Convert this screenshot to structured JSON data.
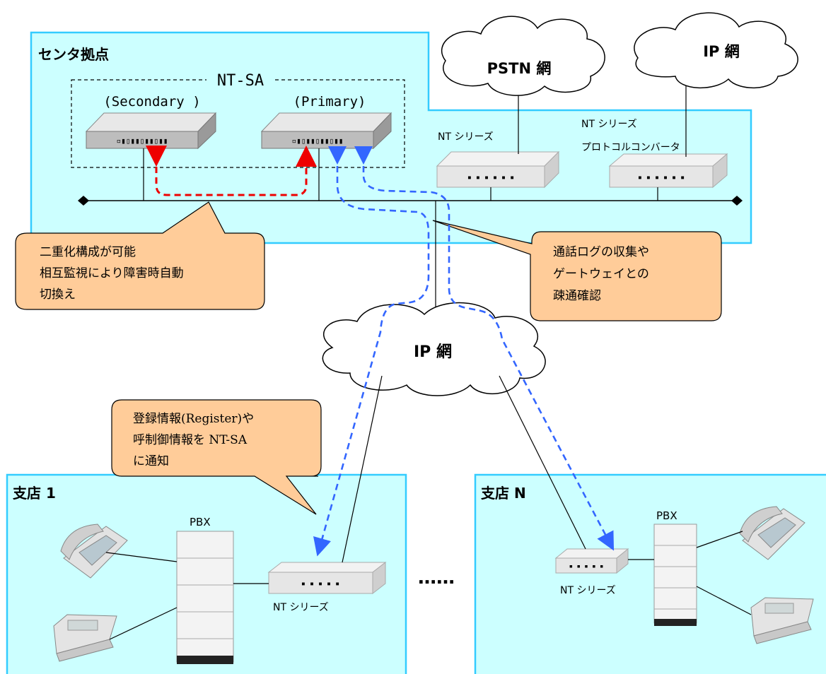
{
  "center": {
    "site_label": "センタ拠点",
    "ntsa_group_label": "NT-SA",
    "secondary_label": "(Secondary )",
    "primary_label": "(Primary)",
    "nt_series_label": "NT シリーズ",
    "converter_label_line1": "NT シリーズ",
    "converter_label_line2": "プロトコルコンバータ"
  },
  "clouds": {
    "pstn": "PSTN 網",
    "ip_top": "IP 網",
    "ip_middle": "IP 網"
  },
  "callouts": {
    "redundancy": [
      "二重化構成が可能",
      "相互監視により障害時自動",
      "切換え"
    ],
    "logging": [
      "通話ログの収集や",
      "ゲートウェイとの",
      "疎通確認"
    ],
    "register": [
      "登録情報(Register)や",
      "呼制御情報を NT-SA",
      "に通知"
    ]
  },
  "branch1": {
    "label": "支店 1",
    "pbx_label": "PBX",
    "nt_label": "NT シリーズ"
  },
  "branchN": {
    "label": "支店 N",
    "pbx_label": "PBX",
    "nt_label": "NT シリーズ"
  },
  "ellipsis": "……",
  "colors": {
    "site_fill": "#ccffff",
    "site_border": "#33ccff",
    "callout_fill": "#ffcc99",
    "red_arrow": "#ee0000",
    "blue_arrow": "#3366ff"
  }
}
